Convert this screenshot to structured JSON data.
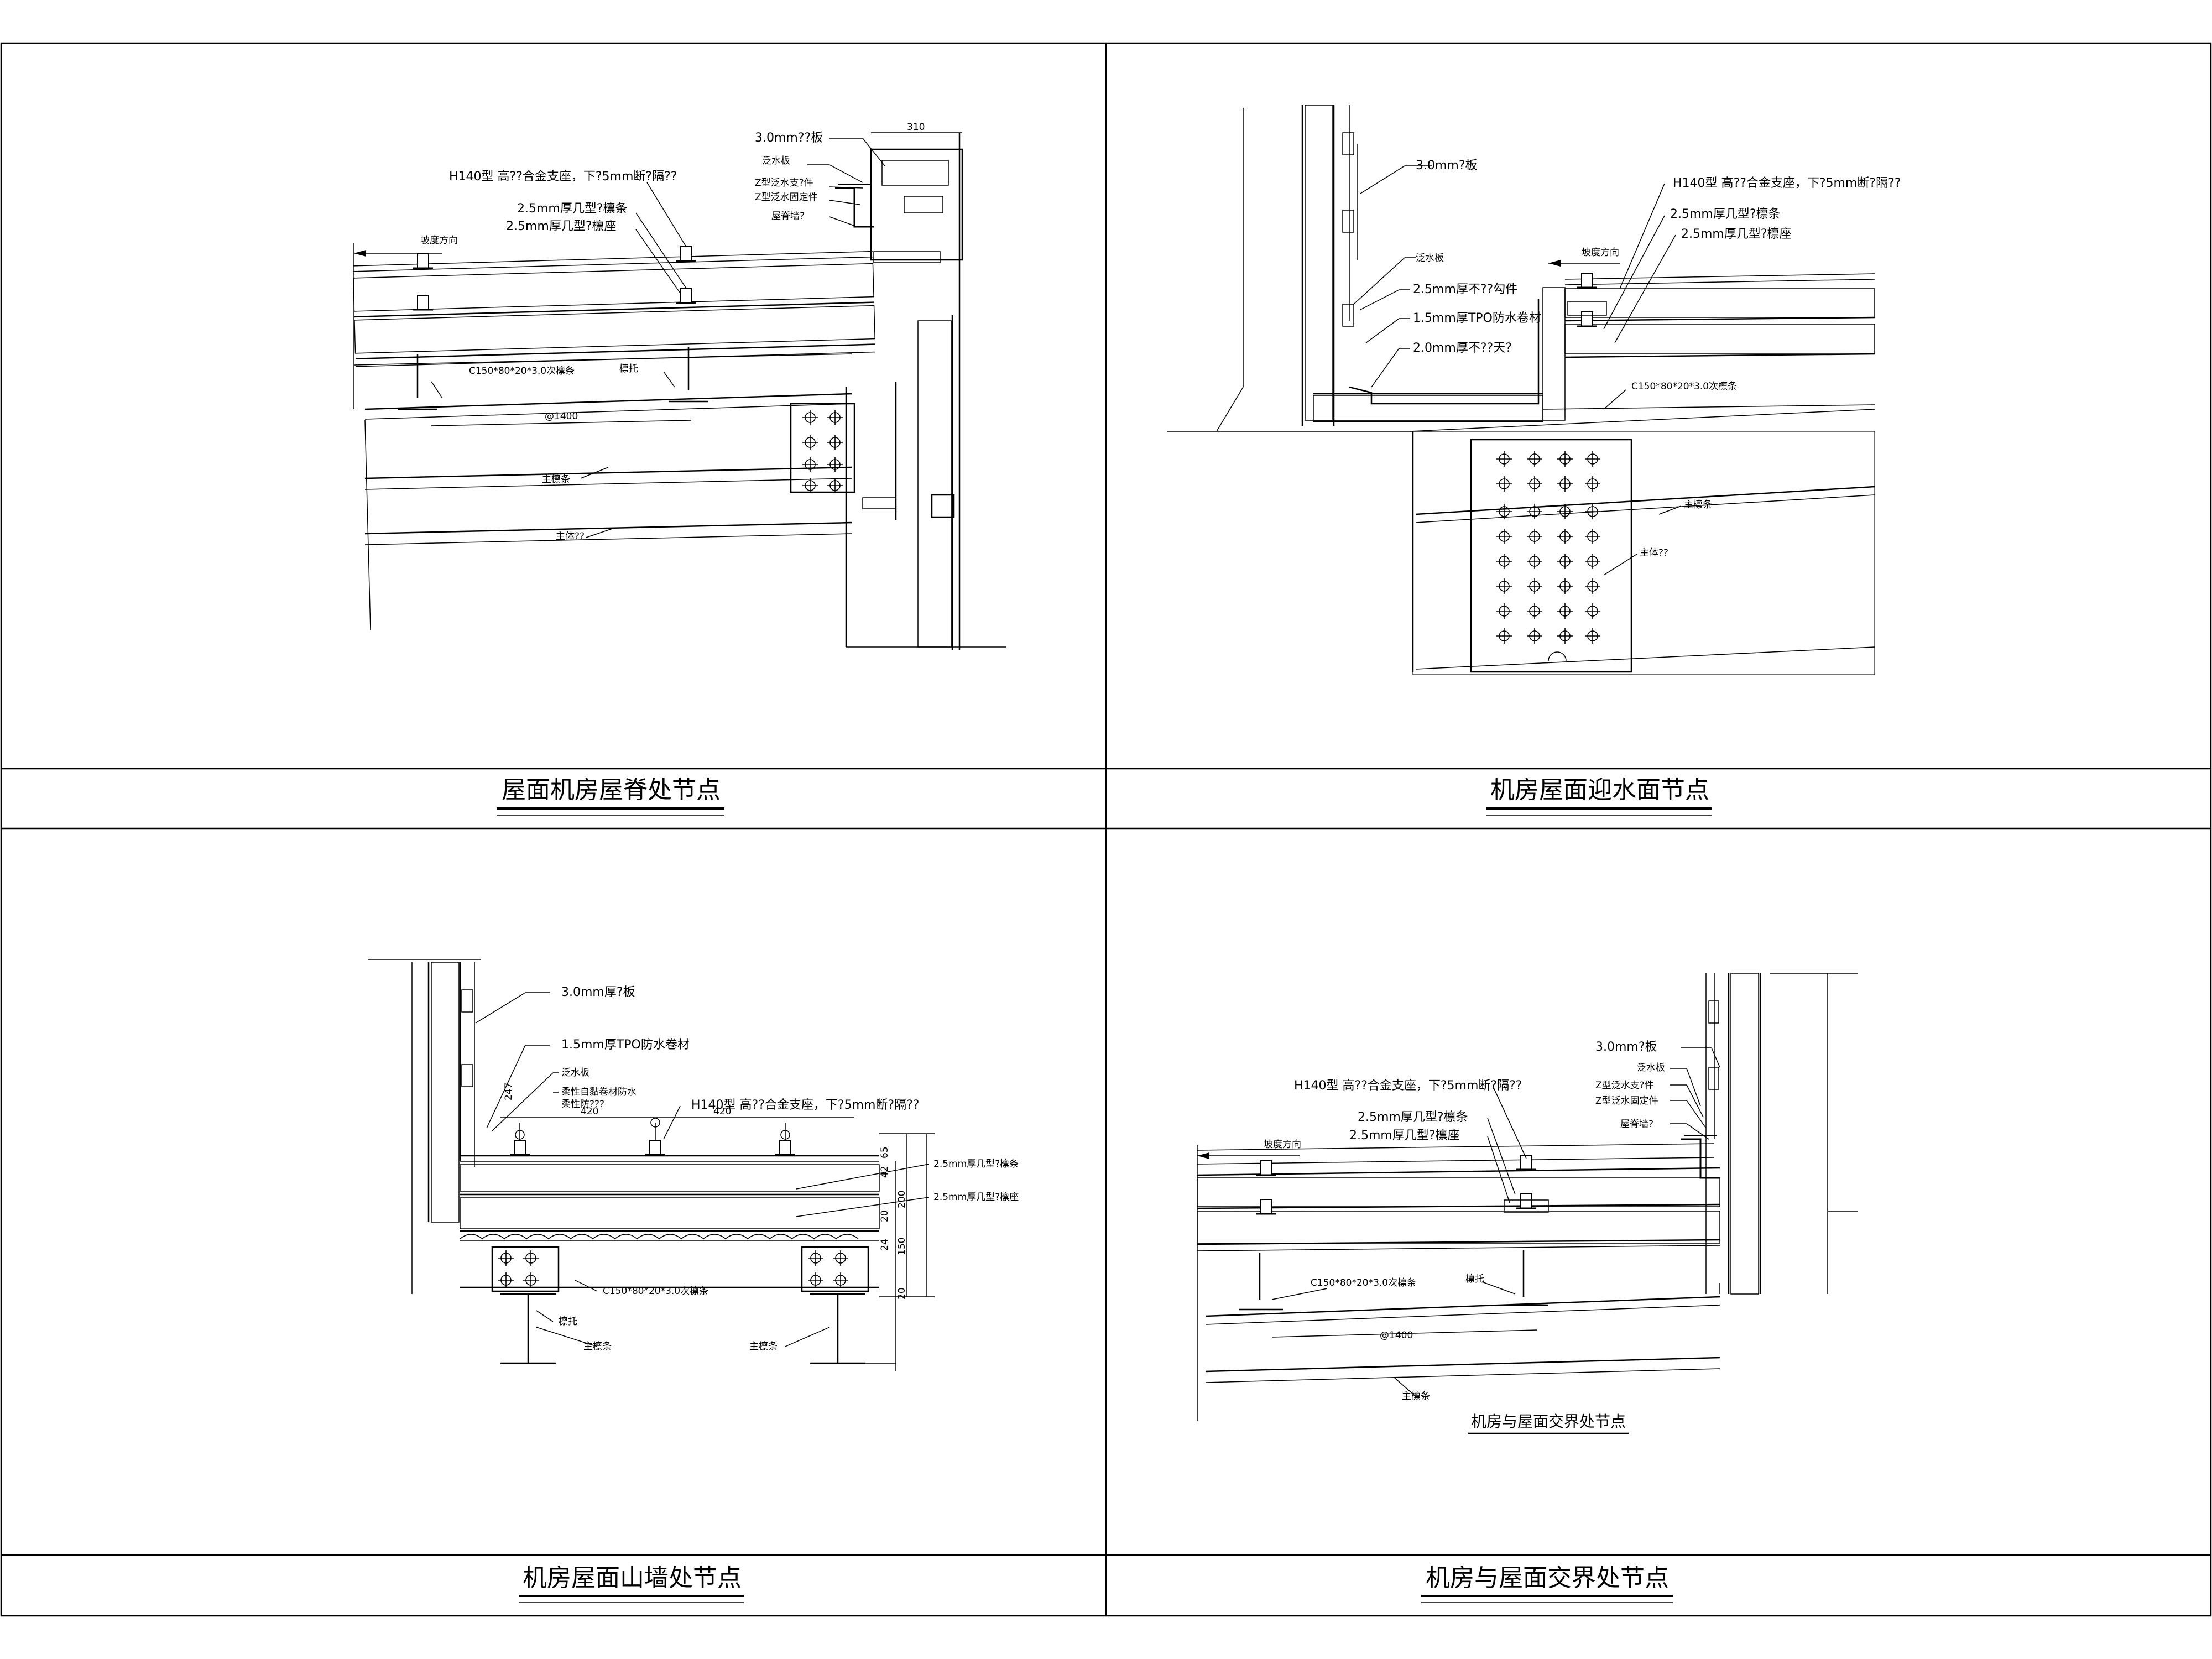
{
  "panels": [
    {
      "title": "屋面机房屋脊处节点",
      "labels": {
        "plate": "3.0mm??板",
        "flash": "泛水板",
        "z_bracket": "Z型泛水支?件",
        "z_fix": "Z型泛水固定件",
        "wall": "屋脊墙?",
        "h140": "H140型  高??合金支座，下?5mm断?隔??",
        "purlin_strip": "2.5mm厚几型?檩条",
        "purlin_seat": "2.5mm厚几型?檩座",
        "slope": "坡度方向",
        "c150": "C150*80*20*3.0次檩条",
        "tuo": "檩托",
        "dim1400": "@1400",
        "main_purlin": "主檩条",
        "main_struct": "主体??",
        "dim310": "310"
      }
    },
    {
      "title": "机房屋面迎水面节点",
      "labels": {
        "plate": "3.0mm?板",
        "flash": "泛水板",
        "hook": "2.5mm厚不??勾件",
        "tpo": "1.5mm厚TPO防水卷材",
        "gutter": "2.0mm厚不??天?",
        "h140": "H140型  高??合金支座，下?5mm断?隔??",
        "slope": "坡度方向",
        "purlin_strip": "2.5mm厚几型?檩条",
        "purlin_seat": "2.5mm厚几型?檩座",
        "c150": "C150*80*20*3.0次檩条",
        "main_purlin": "主檩条",
        "main_struct": "主体??"
      }
    },
    {
      "title": "机房屋面山墙处节点",
      "labels": {
        "plate": "3.0mm厚?板",
        "tpo": "1.5mm厚TPO防水卷材",
        "flash": "泛水板",
        "self_adhesive": "柔性自黏卷材防水",
        "flex": "柔性防???",
        "h140": "H140型  高??合金支座，下?5mm断?隔??",
        "dim420a": "420",
        "dim420b": "420",
        "dim247": "247",
        "purlin_strip": "2.5mm厚几型?檩条",
        "purlin_seat": "2.5mm厚几型?檩座",
        "c150": "C150*80*20*3.0次檩条",
        "tuo": "檩托",
        "main_purlin_a": "主檩条",
        "main_purlin_b": "主檩条",
        "dims": [
          "65",
          "42",
          "200",
          "20",
          "150",
          "24",
          "20"
        ]
      }
    },
    {
      "title": "机房与屋面交界处节点",
      "subtitle": "机房与屋面交界处节点",
      "labels": {
        "plate": "3.0mm?板",
        "flash": "泛水板",
        "z_bracket": "Z型泛水支?件",
        "z_fix": "Z型泛水固定件",
        "wall": "屋脊墙?",
        "h140": "H140型  高??合金支座，下?5mm断?隔??",
        "purlin_strip": "2.5mm厚几型?檩条",
        "purlin_seat": "2.5mm厚几型?檩座",
        "slope": "坡度方向",
        "c150": "C150*80*20*3.0次檩条",
        "tuo": "檩托",
        "dim1400": "@1400",
        "main_purlin": "主檩条"
      }
    }
  ]
}
